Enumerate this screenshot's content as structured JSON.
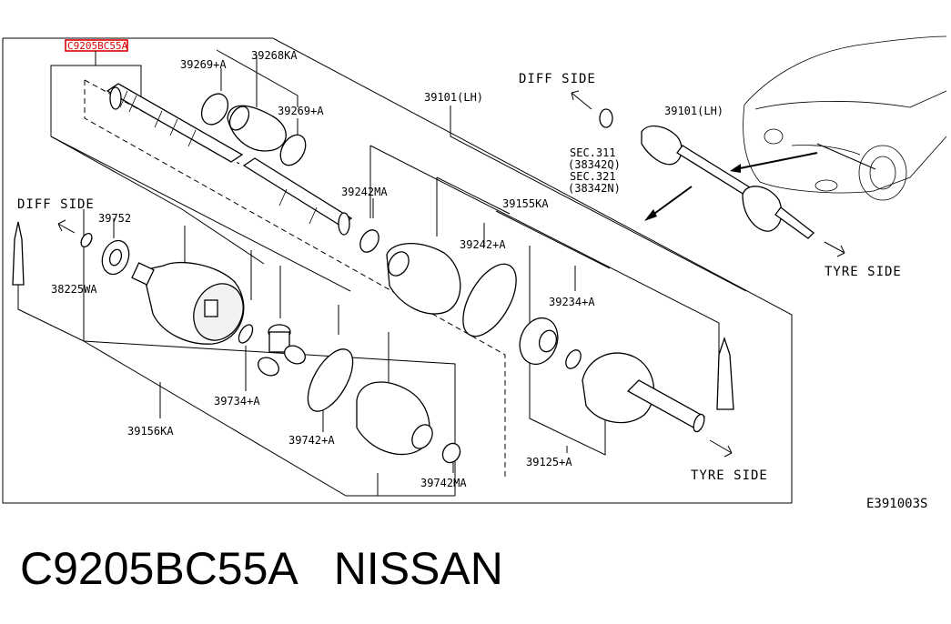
{
  "highlight_part": "C9205BC55A",
  "labels": {
    "l39269a_top": "39269+A",
    "l39268ka": "39268KA",
    "l39269a_mid": "39269+A",
    "l39101lh_a": "39101(LH)",
    "l39242ma": "39242MA",
    "l39155ka": "39155KA",
    "l39752": "39752",
    "l38225wa": "38225WA",
    "l39242a": "39242+A",
    "l39234a": "39234+A",
    "l39734a": "39734+A",
    "l39156ka": "39156KA",
    "l39742a": "39742+A",
    "l39742ma": "39742MA",
    "l39125a": "39125+A",
    "sec311": "SEC.311",
    "sec311_ref": "(38342Q)",
    "sec321": "SEC.321",
    "sec321_ref": "(38342N)",
    "l39101lh_b": "39101(LH)",
    "diff_side_left": "DIFF SIDE",
    "diff_side_right": "DIFF SIDE",
    "tyre_side_right": "TYRE SIDE",
    "tyre_side_bottom": "TYRE SIDE",
    "diagram_code": "E391003S"
  },
  "footer": {
    "part_number": "C9205BC55A",
    "brand": "NISSAN"
  },
  "colors": {
    "highlight": "#e00000",
    "line": "#000000",
    "background": "#ffffff"
  }
}
